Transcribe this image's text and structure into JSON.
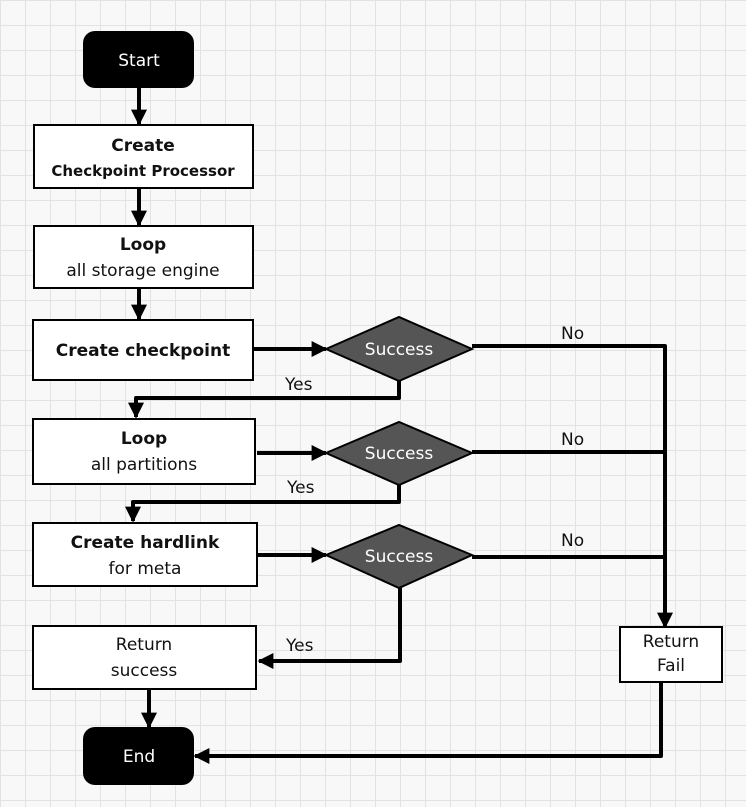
{
  "nodes": {
    "start": "Start",
    "create_processor_line1": "Create",
    "create_processor_line2": "Checkpoint Processor",
    "loop_engine_line1": "Loop",
    "loop_engine_line2": "all storage engine",
    "create_checkpoint": "Create checkpoint",
    "loop_partitions_line1": "Loop",
    "loop_partitions_line2": "all partitions",
    "create_hardlink_line1": "Create hardlink",
    "create_hardlink_line2": "for meta",
    "return_success_line1": "Return",
    "return_success_line2": "success",
    "return_fail_line1": "Return",
    "return_fail_line2": "Fail",
    "end": "End"
  },
  "decisions": {
    "d1": "Success",
    "d2": "Success",
    "d3": "Success"
  },
  "edge_labels": {
    "yes1": "Yes",
    "no1": "No",
    "yes2": "Yes",
    "no2": "No",
    "yes3": "Yes",
    "no3": "No"
  },
  "colors": {
    "terminal": "#000000",
    "decision": "#555555",
    "process_fill": "#ffffff",
    "line": "#000000"
  }
}
